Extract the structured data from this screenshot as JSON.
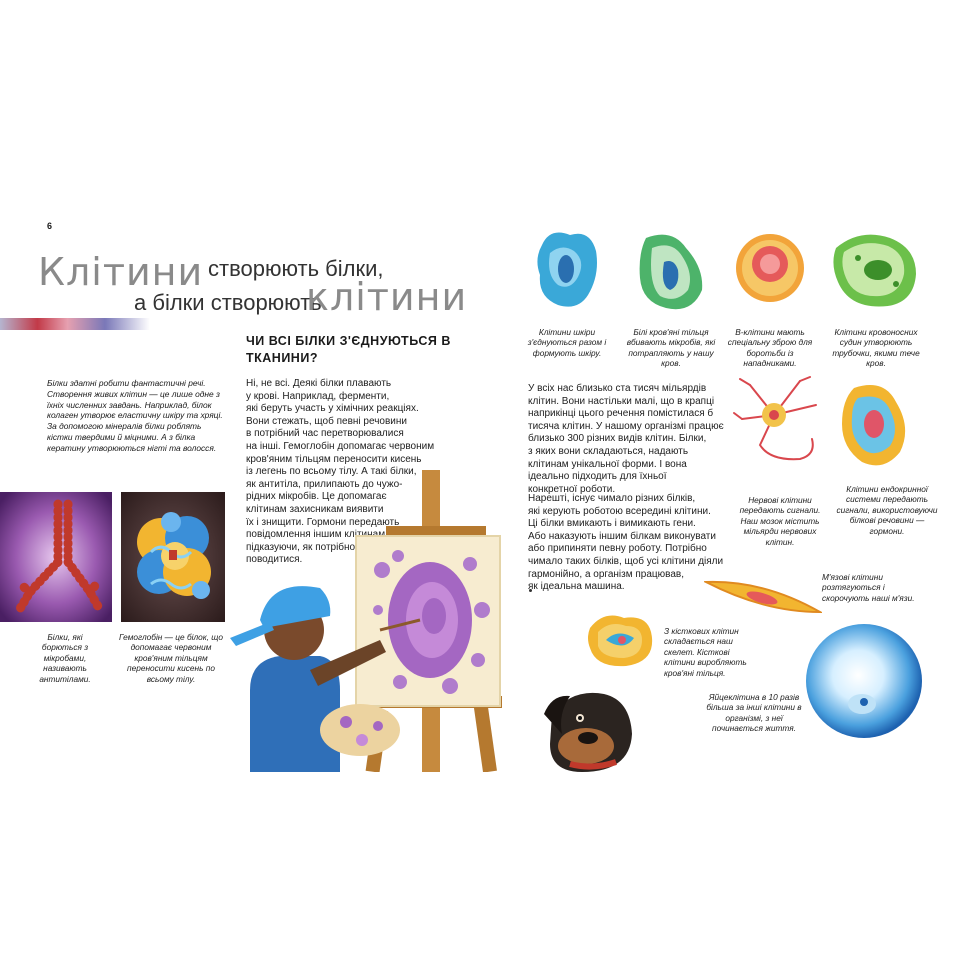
{
  "page_number": "6",
  "title": {
    "line1_big": "Клітини",
    "line1_small": "створюють білки,",
    "line2_small": "а білки створюють",
    "line2_big": "клітини"
  },
  "intro_text": "Білки здатні робити фантастичні речі. Створення живих клітин — це лише одне з їхніх численних завдань. Наприклад, білок колаген утворює еластичну шкіру та хряці. За допомогою мінералів білки роблять кістки твердими й міцними. А з білка кератину утворюються нігті та волосся.",
  "antibodies_caption": "Білки, які борються з мікробами, називають антитілами.",
  "hemoglobin_caption": "Гемоглобін — це білок, що допомагає червоним кров'яним тільцям переносити кисень по всьому тілу.",
  "question_heading": "ЧИ ВСІ БІЛКИ З'ЄДНУЮТЬСЯ В ТКАНИНИ?",
  "question_lines": [
    "Ні, не всі. Деякі білки плавають",
    "у крові. Наприклад, ферменти,",
    "які беруть участь у хімічних реакціях.",
    "Вони стежать, щоб певні речовини",
    "в потрібний час перетворювалися",
    "на інші. Гемоглобін допомагає червоним",
    "кров'яним тільцям переносити кисень",
    "із легень по всьому тілу. А такі білки,",
    "як антитіла, прилипають до чужо-",
    "рідних мікробів. Це допомагає",
    "клітинам захисникам виявити",
    "їх і знищити. Гормони передають",
    "повідомлення іншим клітинам,",
    "підказуючи, як потрібно",
    "поводитися."
  ],
  "cell_captions": {
    "skin": "Клітини шкіри з'єднуються разом і формують шкіру.",
    "white_blood": "Білі кров'яні тільця вбивають мікробів, які потрапляють у нашу кров.",
    "b_cells": "В-клітини мають спеціальну зброю для боротьби із нападниками.",
    "vessel": "Клітини кровоносних судин утворюють трубочки, якими тече кров.",
    "nerve": "Нервові клітини передають сигнали. Наш мозок містить мільярди нервових клітин.",
    "endocrine": "Клітини ендокринної системи передають сигнали, використовуючи білкові речовини — гормони.",
    "muscle": "М'язові клітини розтягуються і скорочують наші м'язи.",
    "bone": "З кісткових клітин складається наш скелет. Кісткові клітини виробляють кров'яні тільця.",
    "egg": "Яйцеклітина в 10 разів більша за інші клітини в організмі, з неї починається життя."
  },
  "right_para1_lines": [
    "У всіх нас близько ста тисяч мільярдів",
    "клітин. Вони настільки малі, що в крапці",
    "наприкінці цього речення помістилася б",
    "тисяча клітин. У нашому організмі працює",
    "близько 300 різних видів клітин. Білки,",
    "з яких вони складаються, надають",
    "клітинам унікальної форми. І вона",
    "ідеально підходить для їхньої",
    "конкретної роботи."
  ],
  "right_para2_lines": [
    "Нарешті, існує чимало різних білків,",
    "які керують роботою всередині клітини.",
    "Ці білки вмикають і вимикають гени.",
    "Або наказують іншим білкам виконувати",
    "або припиняти певну роботу. Потрібно",
    "чимало таких білків, щоб усі клітини діяли",
    "гармонійно, а організм працював,",
    "як ідеальна машина."
  ],
  "colors": {
    "title_grey": "#8a8a8a",
    "cap_blue": "#4aa0de",
    "canvas_purple": "#a467c2",
    "easel_wood": "#c68a3e"
  }
}
